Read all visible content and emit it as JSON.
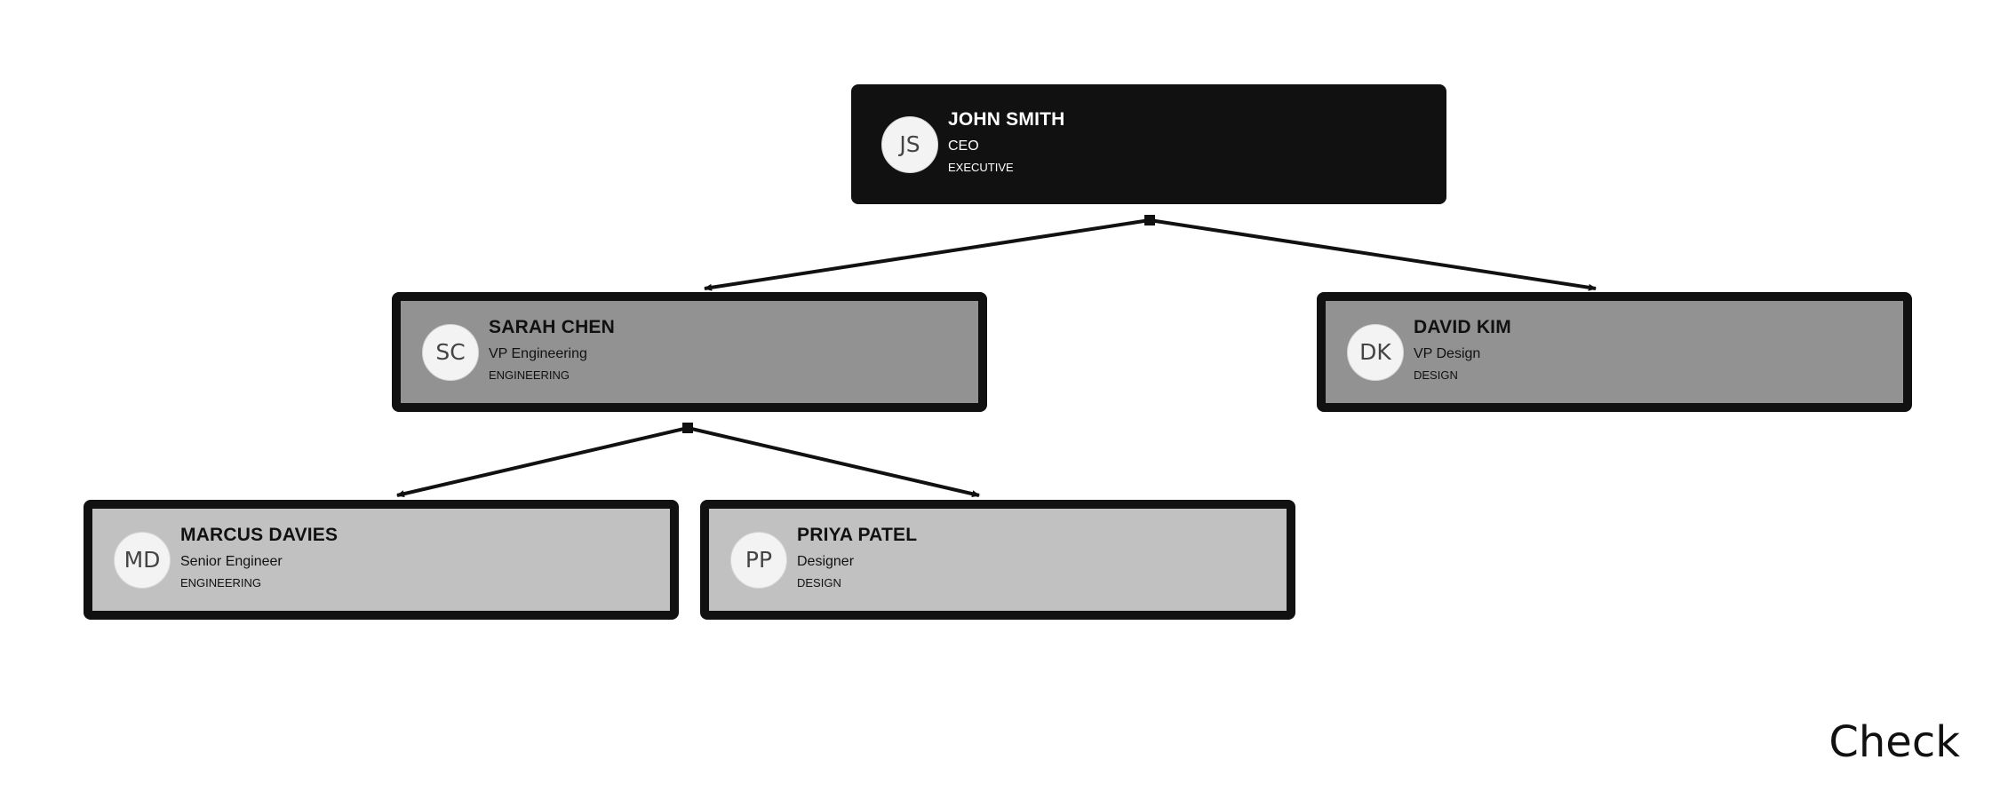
{
  "org_chart": {
    "nodes": [
      {
        "initials": "JS",
        "name": "JOHN SMITH",
        "title": "CEO",
        "department": "EXECUTIVE"
      },
      {
        "initials": "SC",
        "name": "SARAH CHEN",
        "title": "VP Engineering",
        "department": "ENGINEERING"
      },
      {
        "initials": "DK",
        "name": "DAVID KIM",
        "title": "VP Design",
        "department": "DESIGN"
      },
      {
        "initials": "MD",
        "name": "MARCUS DAVIES",
        "title": "Senior Engineer",
        "department": "ENGINEERING"
      },
      {
        "initials": "PP",
        "name": "PRIYA PATEL",
        "title": "Designer",
        "department": "DESIGN"
      }
    ],
    "reporting_lines": [
      {
        "from": "JOHN SMITH",
        "to": "SARAH CHEN"
      },
      {
        "from": "JOHN SMITH",
        "to": "DAVID KIM"
      },
      {
        "from": "SARAH CHEN",
        "to": "MARCUS DAVIES"
      },
      {
        "from": "SARAH CHEN",
        "to": "PRIYA PATEL"
      }
    ]
  },
  "check_label": "Check"
}
